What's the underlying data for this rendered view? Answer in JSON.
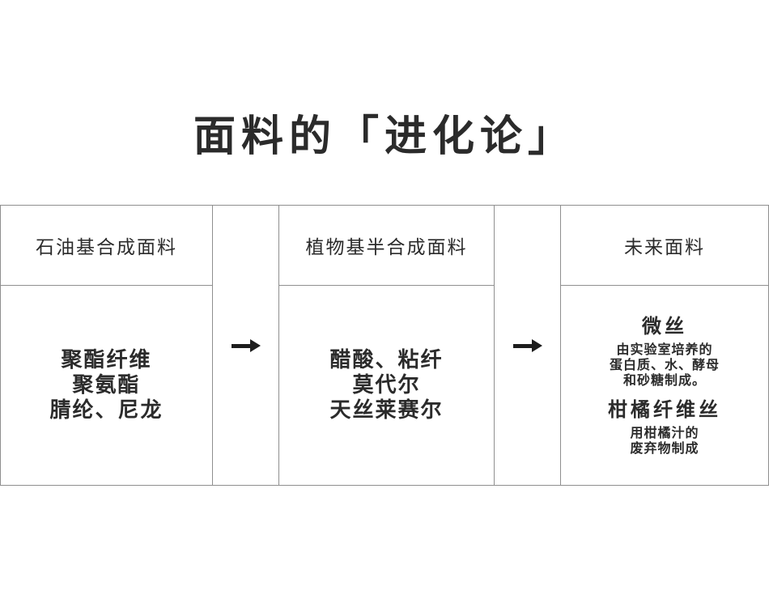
{
  "page": {
    "title": "面料的「进化论」"
  },
  "colors": {
    "text": "#2b2b2b",
    "border": "#8f8f8f",
    "arrow": "#1d1d1d",
    "background": "#ffffff"
  },
  "diagram": {
    "columns": [
      {
        "header": "石油基合成面料",
        "materials": [
          "聚酯纤维",
          "聚氨酯",
          "腈纶、尼龙"
        ]
      },
      {
        "header": "植物基半合成面料",
        "materials": [
          "醋酸、粘纤",
          "莫代尔",
          "天丝莱赛尔"
        ]
      },
      {
        "header": "未来面料",
        "sections": [
          {
            "name": "微丝",
            "desc_lines": [
              "由实验室培养的",
              "蛋白质、水、酵母",
              "和砂糖制成。"
            ]
          },
          {
            "name": "柑橘纤维丝",
            "desc_lines": [
              "用柑橘汁的",
              "废弃物制成"
            ]
          }
        ]
      }
    ]
  }
}
